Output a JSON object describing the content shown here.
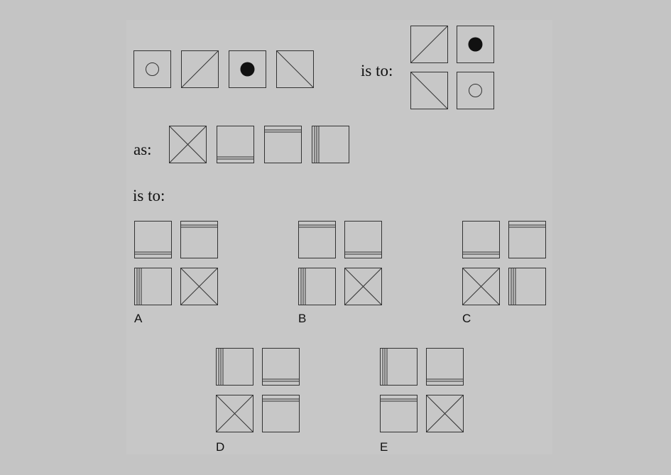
{
  "labels": {
    "is_to_1": "is to:",
    "as": "as:",
    "is_to_2": "is to:"
  },
  "sequence_a": [
    "circle-open",
    "diagonal-slash",
    "dot-filled",
    "diagonal-backslash"
  ],
  "grid_a": [
    "diagonal-slash",
    "dot-filled",
    "diagonal-backslash",
    "circle-open"
  ],
  "sequence_b": [
    "cross-x",
    "double-line-bottom",
    "double-line-top",
    "triple-line-left"
  ],
  "options": [
    {
      "label": "A",
      "cells": [
        "double-line-bottom",
        "double-line-top",
        "triple-line-left",
        "cross-x"
      ]
    },
    {
      "label": "B",
      "cells": [
        "double-line-top",
        "double-line-bottom",
        "triple-line-left",
        "cross-x"
      ]
    },
    {
      "label": "C",
      "cells": [
        "double-line-bottom",
        "double-line-top",
        "cross-x",
        "triple-line-left"
      ]
    },
    {
      "label": "D",
      "cells": [
        "triple-line-left",
        "double-line-bottom",
        "cross-x",
        "double-line-top"
      ]
    },
    {
      "label": "E",
      "cells": [
        "triple-line-left",
        "double-line-bottom",
        "double-line-top",
        "cross-x"
      ]
    }
  ]
}
